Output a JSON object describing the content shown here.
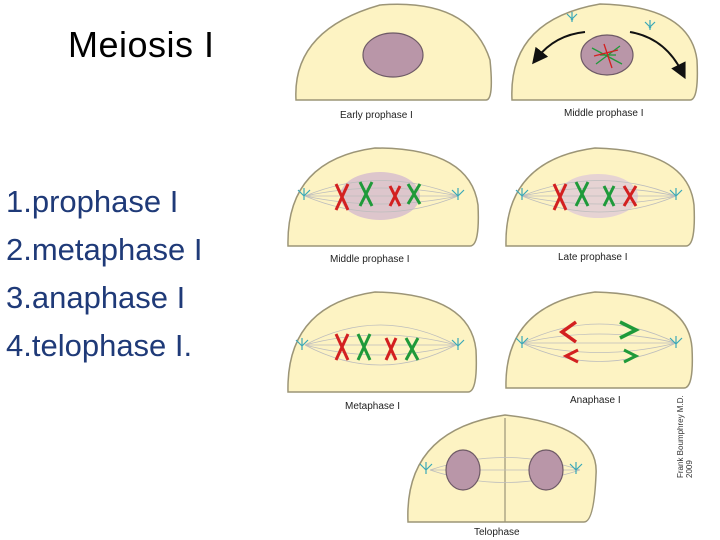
{
  "title": "Meiosis I",
  "steps": [
    "1.prophase I",
    "2.metaphase I",
    "3.anaphase I",
    "4.telophase I."
  ],
  "panels": {
    "early_prophase": "Early prophase I",
    "middle_prophase_top": "Middle prophase I",
    "middle_prophase": "Middle prophase I",
    "late_prophase": "Late prophase I",
    "metaphase": "Metaphase I",
    "anaphase": "Anaphase I",
    "telophase": "Telophase"
  },
  "credit": {
    "line1": "Frank Boumphrey M.D.",
    "line2": "2009"
  },
  "colors": {
    "cell_fill": "#fdf3c3",
    "cell_stroke": "#9c9577",
    "nucleus": "#b996a8",
    "chromosome_red": "#d32020",
    "chromosome_green": "#1f9a3a",
    "spindle": "#bdbdbd",
    "centrosome": "#3aa8b8",
    "list_text": "#1f3a78"
  }
}
